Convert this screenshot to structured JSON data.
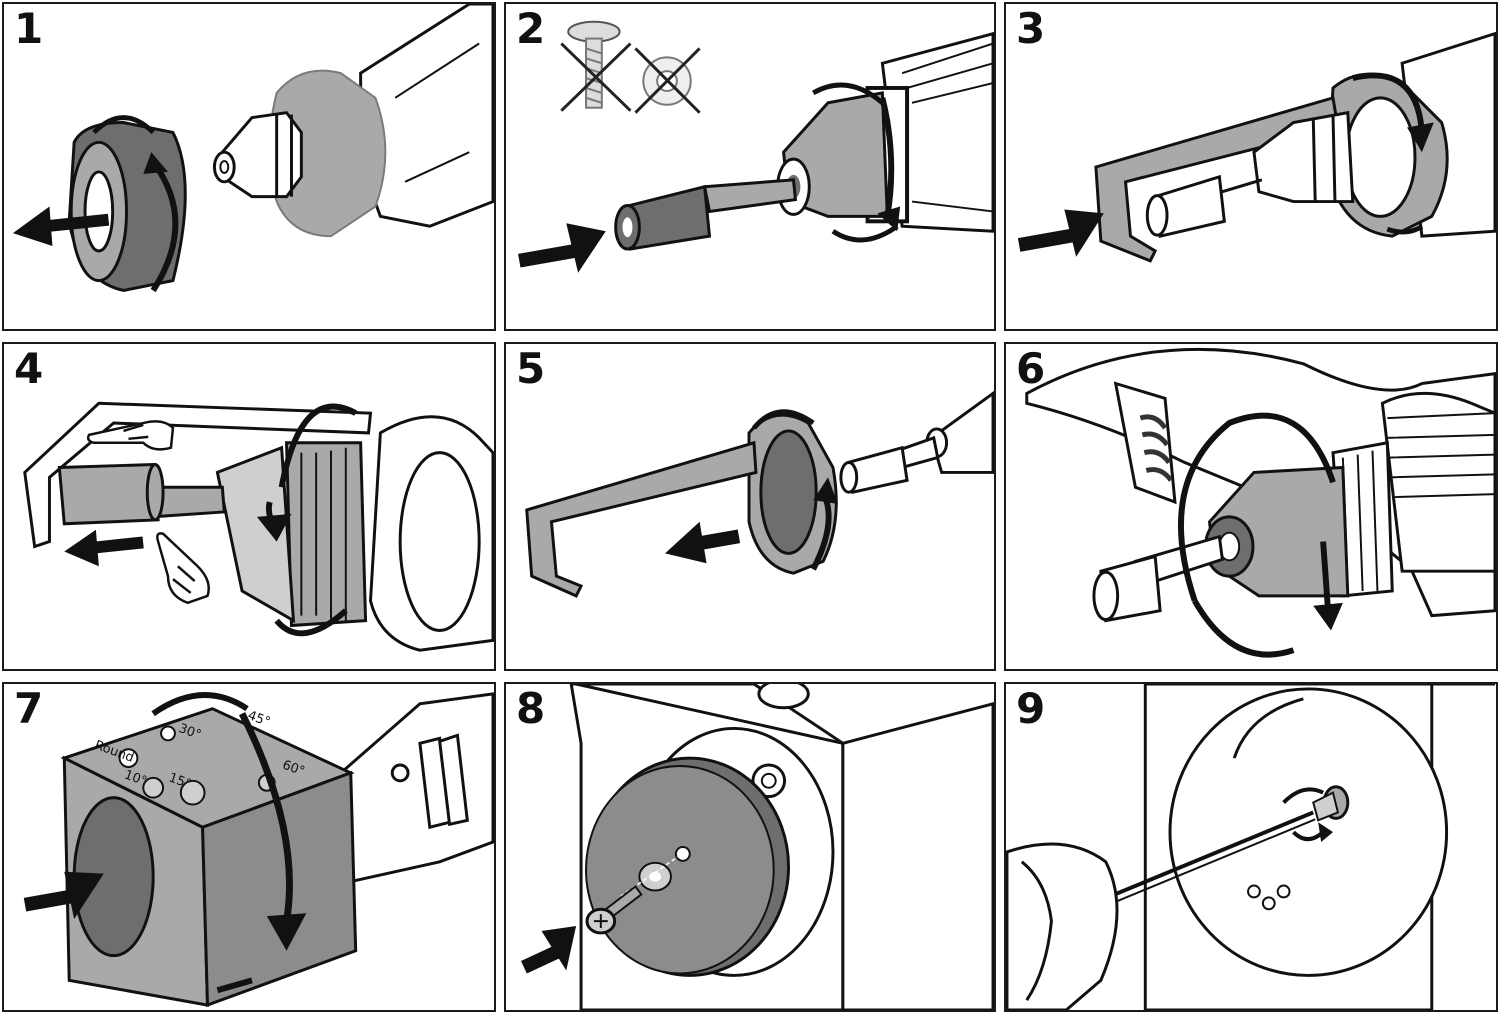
{
  "steps": [
    {
      "number": "1"
    },
    {
      "number": "2"
    },
    {
      "number": "3"
    },
    {
      "number": "4"
    },
    {
      "number": "5"
    },
    {
      "number": "6"
    },
    {
      "number": "7"
    },
    {
      "number": "8"
    },
    {
      "number": "9"
    }
  ],
  "cube_labels": {
    "round": "Round",
    "ten": "10°",
    "fifteen": "15°",
    "angle_a": "30°",
    "angle_b": "45°",
    "angle_c": "60°"
  },
  "colors": {
    "ink": "#111111",
    "part_gray": "#a9a9a9",
    "light_gray": "#cfcfcf",
    "dark_gray": "#6e6e6e"
  }
}
